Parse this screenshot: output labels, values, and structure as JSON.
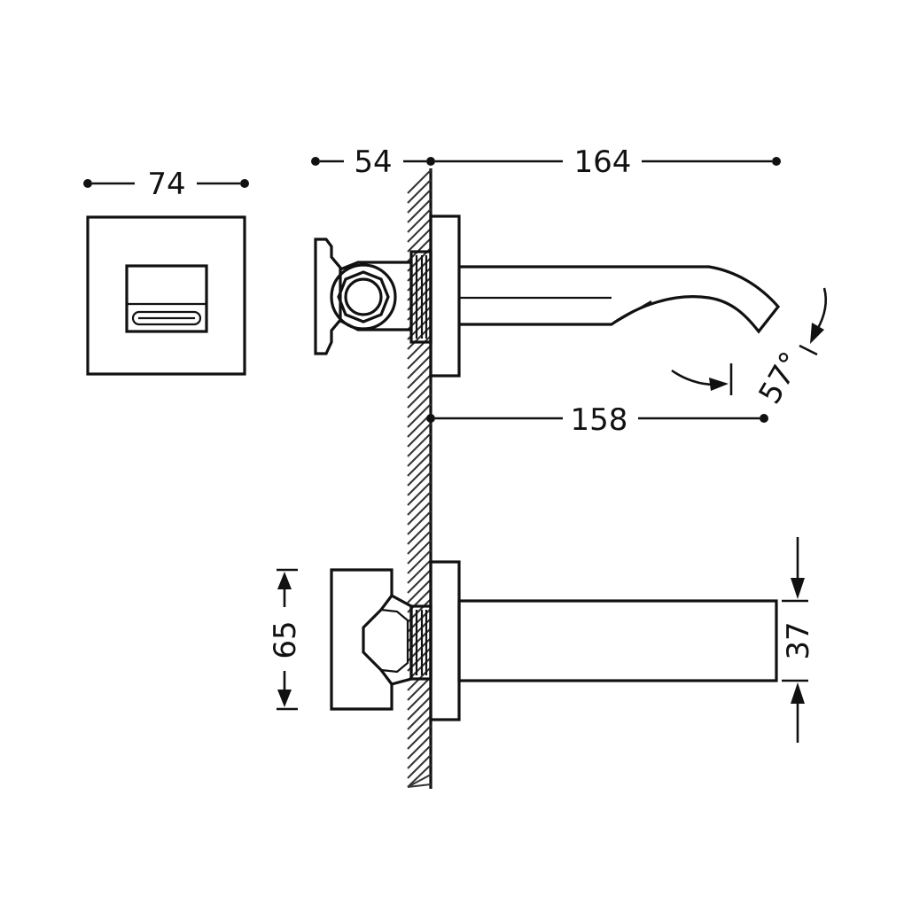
{
  "dimensions": {
    "front_width": "74",
    "handle_depth": "54",
    "spout_projection": "164",
    "outlet_reach": "158",
    "spout_angle": "57°",
    "plate_height": "65",
    "spout_height": "37"
  },
  "colors": {
    "line": "#111111",
    "background": "#ffffff"
  }
}
